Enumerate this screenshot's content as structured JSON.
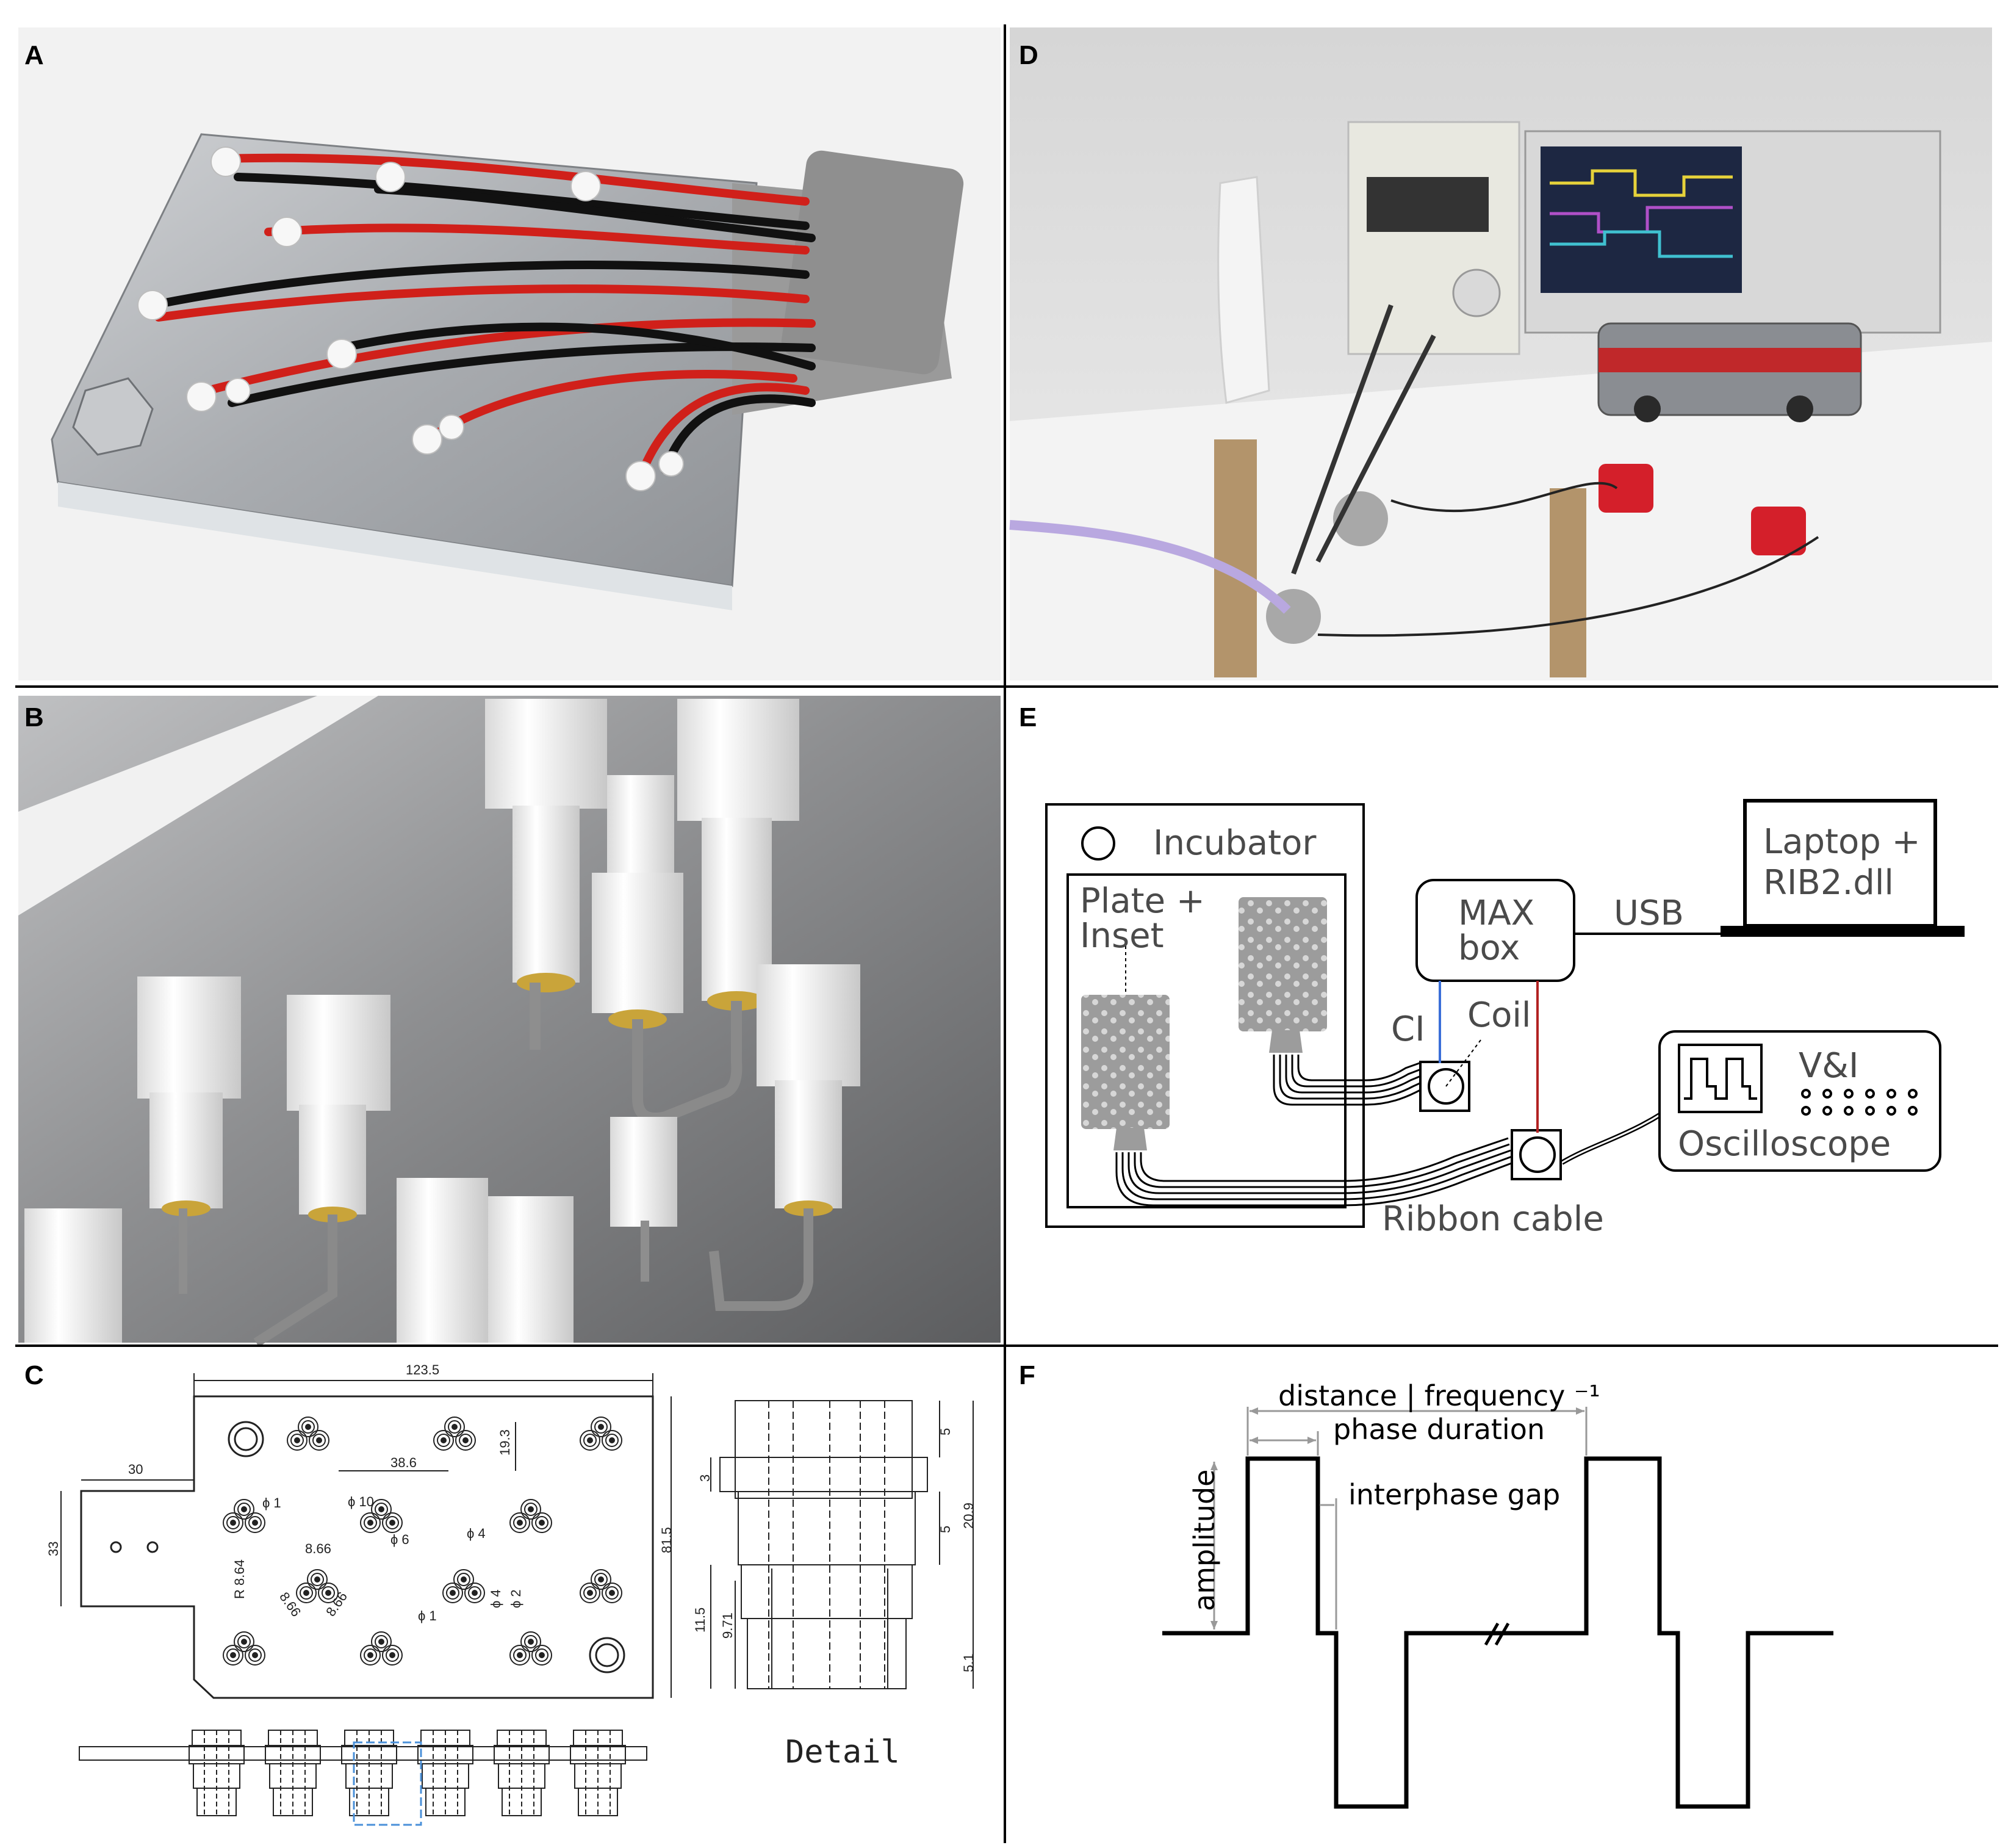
{
  "panels": {
    "a": "A",
    "b": "B",
    "c": "C",
    "d": "D",
    "e": "E",
    "f": "F"
  },
  "panel_e": {
    "incubator": "Incubator",
    "plate_line1": "Plate +",
    "plate_line2": "Inset",
    "max_line1": "MAX",
    "max_line2": "box",
    "usb": "USB",
    "laptop_line1": "Laptop +",
    "laptop_line2": "RIB2.dll",
    "ci": "CI",
    "coil": "Coil",
    "vi": "V&I",
    "oscilloscope": "Oscilloscope",
    "ribbon": "Ribbon cable",
    "colors": {
      "ci_wire": "#3a6fd8",
      "coil_wire": "#b22222"
    }
  },
  "panel_c": {
    "dims": {
      "d1235": "123.5",
      "d30": "30",
      "d33": "33",
      "d386": "38.6",
      "d193": "19.3",
      "d815": "81.5",
      "phi1a": "ϕ 1",
      "phi10": "ϕ 10",
      "phi6": "ϕ 6",
      "phi4a": "ϕ 4",
      "d866a": "8.66",
      "r864": "R 8.64",
      "d866b": "8.66",
      "d866c": "8.66",
      "phi1b": "ϕ 1",
      "phi4b": "ϕ 4",
      "phi2": "ϕ 2",
      "d5a": "5",
      "d3": "3",
      "d5b": "5",
      "d209": "20.9",
      "d115": "11.5",
      "d971": "9.71",
      "d51": "5.1"
    },
    "detail": "Detail"
  },
  "panel_f": {
    "distance": "distance | frequency ⁻¹",
    "phase": "phase duration",
    "gap": "interphase gap",
    "amplitude": "amplitude"
  }
}
